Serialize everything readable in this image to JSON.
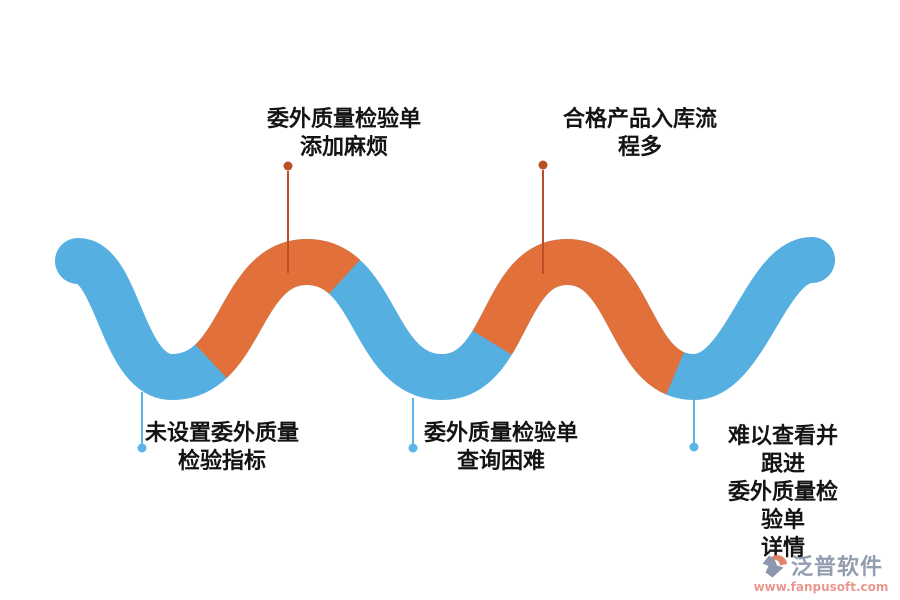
{
  "wave": {
    "blue_color": "#55AFE1",
    "orange_color": "#E2703A",
    "segment_colors": [
      "blue",
      "orange",
      "blue",
      "orange",
      "blue"
    ]
  },
  "callouts": {
    "top_color": "#BC4E26",
    "bottom_color": "#5CB5E8",
    "top": [
      {
        "text": "委外质量检验单\n添加麻烦"
      },
      {
        "text": "合格产品入库流\n程多"
      }
    ],
    "bottom": [
      {
        "text": "未设置委外质量\n检验指标"
      },
      {
        "text": "委外质量检验单\n查询困难"
      },
      {
        "text": "难以查看并跟进\n委外质量检验单\n详情"
      }
    ]
  },
  "logo": {
    "name": "泛普软件",
    "url": "www.fanpusoft.com",
    "name_color": "#8E98AC",
    "url_color": "#E9938A",
    "icon_gray_color": "#8792A8",
    "icon_orange_color": "#E08066"
  }
}
